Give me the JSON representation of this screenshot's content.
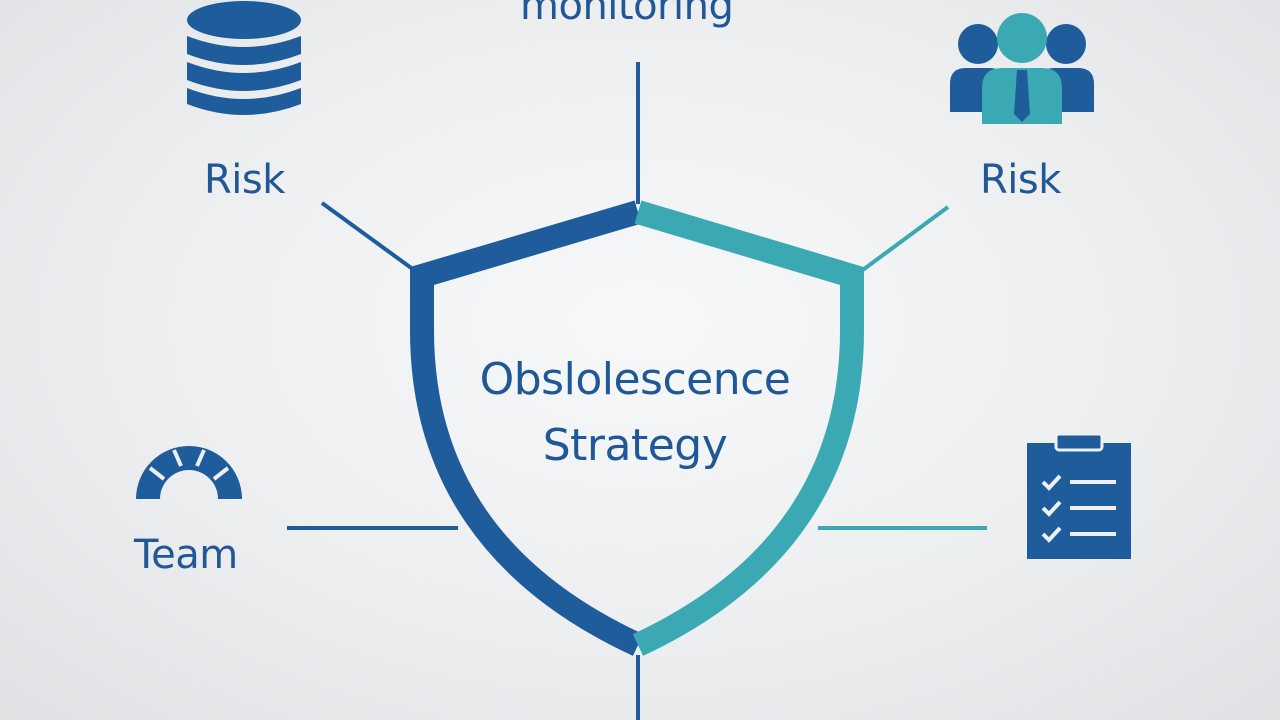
{
  "diagram": {
    "center": {
      "line1": "Obslolescence",
      "line2": "Strategy"
    },
    "nodes": {
      "top": {
        "label": "monitoring",
        "icon": "none"
      },
      "top_left": {
        "label": "Risk",
        "icon": "database-icon"
      },
      "top_right": {
        "label": "Risk",
        "icon": "people-group-icon"
      },
      "bottom_left": {
        "label": "Team",
        "icon": "gauge-icon"
      },
      "bottom_right": {
        "label": "",
        "icon": "clipboard-checklist-icon"
      }
    }
  },
  "colors": {
    "primary": "#1f5797",
    "shield_left": "#1e5c9b",
    "shield_right": "#3aa9b3",
    "text": "#1f5797",
    "background": "#eceef0"
  }
}
